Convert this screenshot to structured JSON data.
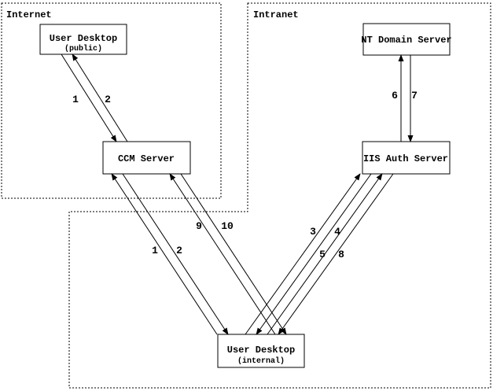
{
  "diagram": {
    "colors": {
      "background": "#ffffff",
      "line": "#000000",
      "text": "#000000"
    },
    "zones": {
      "internet": {
        "label": "Internet"
      },
      "intranet": {
        "label": "Intranet"
      }
    },
    "nodes": {
      "user_desktop_public": {
        "title": "User Desktop",
        "subtitle": "(public)"
      },
      "ccm_server": {
        "title": "CCM Server"
      },
      "nt_domain_server": {
        "title": "NT Domain Server"
      },
      "iis_auth_server": {
        "title": "IIS Auth Server"
      },
      "user_desktop_internal": {
        "title": "User Desktop",
        "subtitle": "(internal)"
      }
    },
    "flows": [
      {
        "step": "1",
        "from": "User Desktop (public)",
        "to": "CCM Server"
      },
      {
        "step": "2",
        "from": "CCM Server",
        "to": "User Desktop (public)"
      },
      {
        "step": "1",
        "from": "User Desktop (internal)",
        "to": "CCM Server"
      },
      {
        "step": "2",
        "from": "CCM Server",
        "to": "User Desktop (internal)"
      },
      {
        "step": "9",
        "from": "User Desktop (internal)",
        "to": "CCM Server"
      },
      {
        "step": "10",
        "from": "CCM Server",
        "to": "User Desktop (internal)"
      },
      {
        "step": "3",
        "from": "User Desktop (internal)",
        "to": "IIS Auth Server"
      },
      {
        "step": "4",
        "from": "IIS Auth Server",
        "to": "User Desktop (internal)"
      },
      {
        "step": "5",
        "from": "User Desktop (internal)",
        "to": "IIS Auth Server"
      },
      {
        "step": "8",
        "from": "IIS Auth Server",
        "to": "User Desktop (internal)"
      },
      {
        "step": "6",
        "from": "IIS Auth Server",
        "to": "NT Domain Server"
      },
      {
        "step": "7",
        "from": "NT Domain Server",
        "to": "IIS Auth Server"
      }
    ]
  }
}
